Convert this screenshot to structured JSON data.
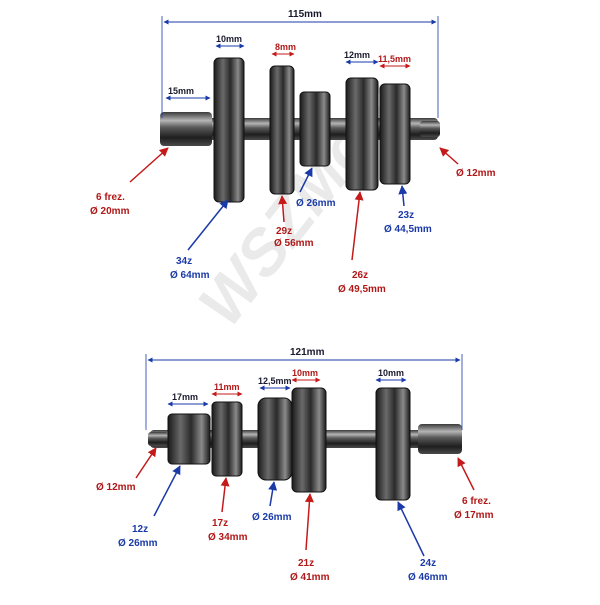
{
  "watermark": "WSZMoto",
  "colors": {
    "dim_blue": "#1a3aa8",
    "dim_red": "#c41a1a",
    "gear_dark": "#2a2a2a",
    "gear_light": "#9a9a9a"
  },
  "top_shaft": {
    "total_length": "115mm",
    "dims": {
      "d10": "10mm",
      "d8": "8mm",
      "d12": "12mm",
      "d11_5": "11,5mm",
      "d15": "15mm"
    },
    "labels": {
      "splines_1": "6 frez.",
      "splines_2": "Ø 20mm",
      "gear34_teeth": "34z",
      "gear34_dia": "Ø 64mm",
      "gear29_teeth": "29z",
      "gear29_dia": "Ø 56mm",
      "shaft_dia": "Ø 26mm",
      "gear26_teeth": "26z",
      "gear26_dia": "Ø 49,5mm",
      "gear23_teeth": "23z",
      "gear23_dia": "Ø 44,5mm",
      "end_dia": "Ø 12mm"
    }
  },
  "bottom_shaft": {
    "total_length": "121mm",
    "dims": {
      "d17": "17mm",
      "d11": "11mm",
      "d12_5": "12,5mm",
      "d10a": "10mm",
      "d10b": "10mm"
    },
    "labels": {
      "end_dia": "Ø 12mm",
      "gear12_teeth": "12z",
      "gear12_dia": "Ø 26mm",
      "gear17_teeth": "17z",
      "gear17_dia": "Ø 34mm",
      "shaft_dia": "Ø 26mm",
      "gear21_teeth": "21z",
      "gear21_dia": "Ø 41mm",
      "gear24_teeth": "24z",
      "gear24_dia": "Ø 46mm",
      "splines_1": "6 frez.",
      "splines_2": "Ø 17mm"
    }
  }
}
